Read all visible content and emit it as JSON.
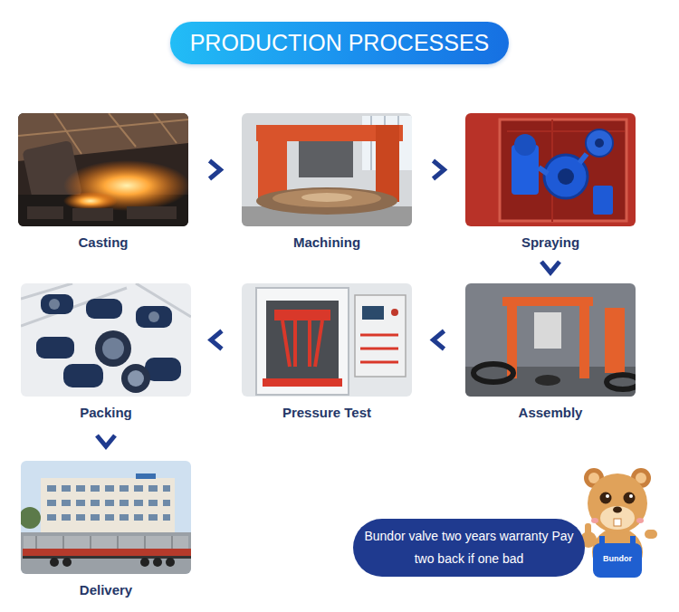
{
  "diagram": {
    "title": "PRODUCTION PROCESSES",
    "nodes": [
      {
        "text": [
          "Casting"
        ]
      },
      {
        "text": [
          "Machining"
        ]
      },
      {
        "text": [
          "Spraying"
        ]
      },
      {
        "text": [
          "Assembly"
        ]
      },
      {
        "text": [
          "Pressure Test"
        ]
      },
      {
        "text": [
          "Packing"
        ]
      },
      {
        "text": [
          "Delivery"
        ]
      },
      {
        "text": [
          "Bundor valve two years warranty Pay two back if one bad"
        ]
      }
    ],
    "edges": [
      {
        "from": 0,
        "to": 1,
        "arrow": "to"
      },
      {
        "from": 1,
        "to": 2,
        "arrow": "to"
      },
      {
        "from": 2,
        "to": 3,
        "arrow": "to"
      },
      {
        "from": 3,
        "to": 4,
        "arrow": "to"
      },
      {
        "from": 4,
        "to": 5,
        "arrow": "to"
      },
      {
        "from": 5,
        "to": 6,
        "arrow": "to"
      }
    ],
    "labels": [
      "Bundor"
    ]
  }
}
